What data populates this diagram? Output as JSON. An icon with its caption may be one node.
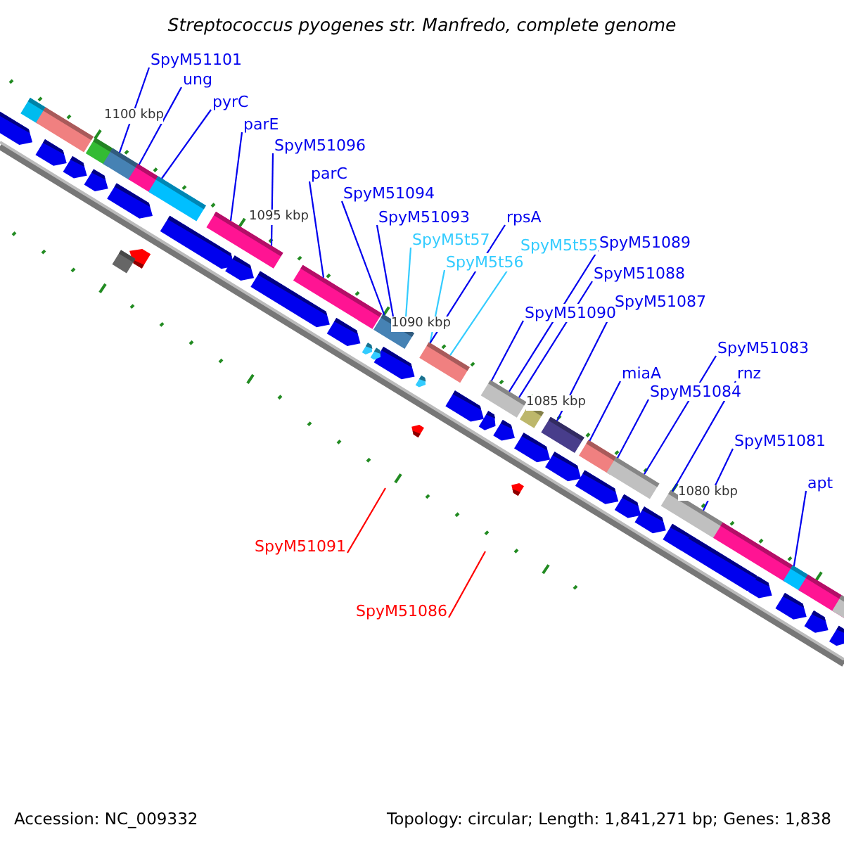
{
  "diagram": {
    "title": "Streptococcus pyogenes str. Manfredo, complete genome",
    "nodes": [
      {
        "text": [
          "SpyM51101"
        ]
      },
      {
        "text": [
          "ung"
        ]
      },
      {
        "text": [
          "pyrC"
        ]
      },
      {
        "text": [
          "parE"
        ]
      },
      {
        "text": [
          "SpyM51096"
        ]
      },
      {
        "text": [
          "parC"
        ]
      },
      {
        "text": [
          "SpyM51094"
        ]
      },
      {
        "text": [
          "SpyM51093"
        ]
      },
      {
        "text": [
          "SpyM5t57"
        ]
      },
      {
        "text": [
          "SpyM5t56"
        ]
      },
      {
        "text": [
          "rpsA"
        ]
      },
      {
        "text": [
          "SpyM5t55"
        ]
      },
      {
        "text": [
          "SpyM51089"
        ]
      },
      {
        "text": [
          "SpyM51088"
        ]
      },
      {
        "text": [
          "SpyM51090"
        ]
      },
      {
        "text": [
          "SpyM51087"
        ]
      },
      {
        "text": [
          "miaA"
        ]
      },
      {
        "text": [
          "SpyM51084"
        ]
      },
      {
        "text": [
          "SpyM51083"
        ]
      },
      {
        "text": [
          "rnz"
        ]
      },
      {
        "text": [
          "SpyM51081"
        ]
      },
      {
        "text": [
          "apt"
        ]
      },
      {
        "text": [
          "SpyM51091"
        ]
      },
      {
        "text": [
          "SpyM51086"
        ]
      },
      {
        "text": [],
        "shape": "bar"
      },
      {
        "text": [],
        "shape": "bar"
      },
      {
        "text": [],
        "shape": "bar"
      },
      {
        "text": [],
        "shape": "bar"
      },
      {
        "text": [],
        "shape": "bar"
      },
      {
        "text": [],
        "shape": "bar"
      },
      {
        "text": [],
        "shape": "bar"
      },
      {
        "text": [],
        "shape": "bar"
      },
      {
        "text": [],
        "shape": "bar"
      },
      {
        "text": [],
        "shape": "bar"
      },
      {
        "text": [],
        "shape": "bar"
      },
      {
        "text": [],
        "shape": "bar"
      },
      {
        "text": [],
        "shape": "bar"
      },
      {
        "text": [],
        "shape": "bar"
      },
      {
        "text": [],
        "shape": "bar"
      },
      {
        "text": [],
        "shape": "bar"
      },
      {
        "text": [],
        "shape": "bar"
      },
      {
        "text": [],
        "shape": "bar"
      },
      {
        "text": [],
        "shape": "bar"
      },
      {
        "text": [],
        "shape": "bar"
      }
    ],
    "edges": [
      {
        "from": 0,
        "to": 27,
        "arrow": "none"
      },
      {
        "from": 1,
        "to": 28,
        "arrow": "none"
      },
      {
        "from": 2,
        "to": 29,
        "arrow": "none"
      },
      {
        "from": 3,
        "to": 30,
        "arrow": "none"
      },
      {
        "from": 4,
        "to": 30,
        "arrow": "none"
      },
      {
        "from": 5,
        "to": 31,
        "arrow": "none"
      },
      {
        "from": 6,
        "to": 32,
        "arrow": "none"
      },
      {
        "from": 7,
        "to": 32,
        "arrow": "none"
      },
      {
        "from": 8,
        "to": 32,
        "arrow": "none",
        "color": "#33ccff"
      },
      {
        "from": 9,
        "to": 33,
        "arrow": "none",
        "color": "#33ccff"
      },
      {
        "from": 10,
        "to": 33,
        "arrow": "none"
      },
      {
        "from": 11,
        "to": 33,
        "arrow": "none",
        "color": "#33ccff"
      },
      {
        "from": 12,
        "to": 34,
        "arrow": "none"
      },
      {
        "from": 13,
        "to": 34,
        "arrow": "none"
      },
      {
        "from": 14,
        "to": 34,
        "arrow": "none"
      },
      {
        "from": 15,
        "to": 36,
        "arrow": "none"
      },
      {
        "from": 16,
        "to": 37,
        "arrow": "none"
      },
      {
        "from": 17,
        "to": 38,
        "arrow": "none"
      },
      {
        "from": 18,
        "to": 38,
        "arrow": "none"
      },
      {
        "from": 19,
        "to": 39,
        "arrow": "none"
      },
      {
        "from": 20,
        "to": 39,
        "arrow": "none"
      },
      {
        "from": 21,
        "to": 41,
        "arrow": "none"
      },
      {
        "from": 22,
        "to": null,
        "arrow": "none",
        "color": "#ff0000"
      },
      {
        "from": 23,
        "to": null,
        "arrow": "none",
        "color": "#ff0000"
      }
    ],
    "labels": [
      "1100 kbp",
      "1095 kbp",
      "1090 kbp",
      "1085 kbp",
      "1080 kbp",
      "Accession: NC_009332",
      "Topology: circular; Length: 1,841,271 bp; Genes: 1,838"
    ]
  }
}
